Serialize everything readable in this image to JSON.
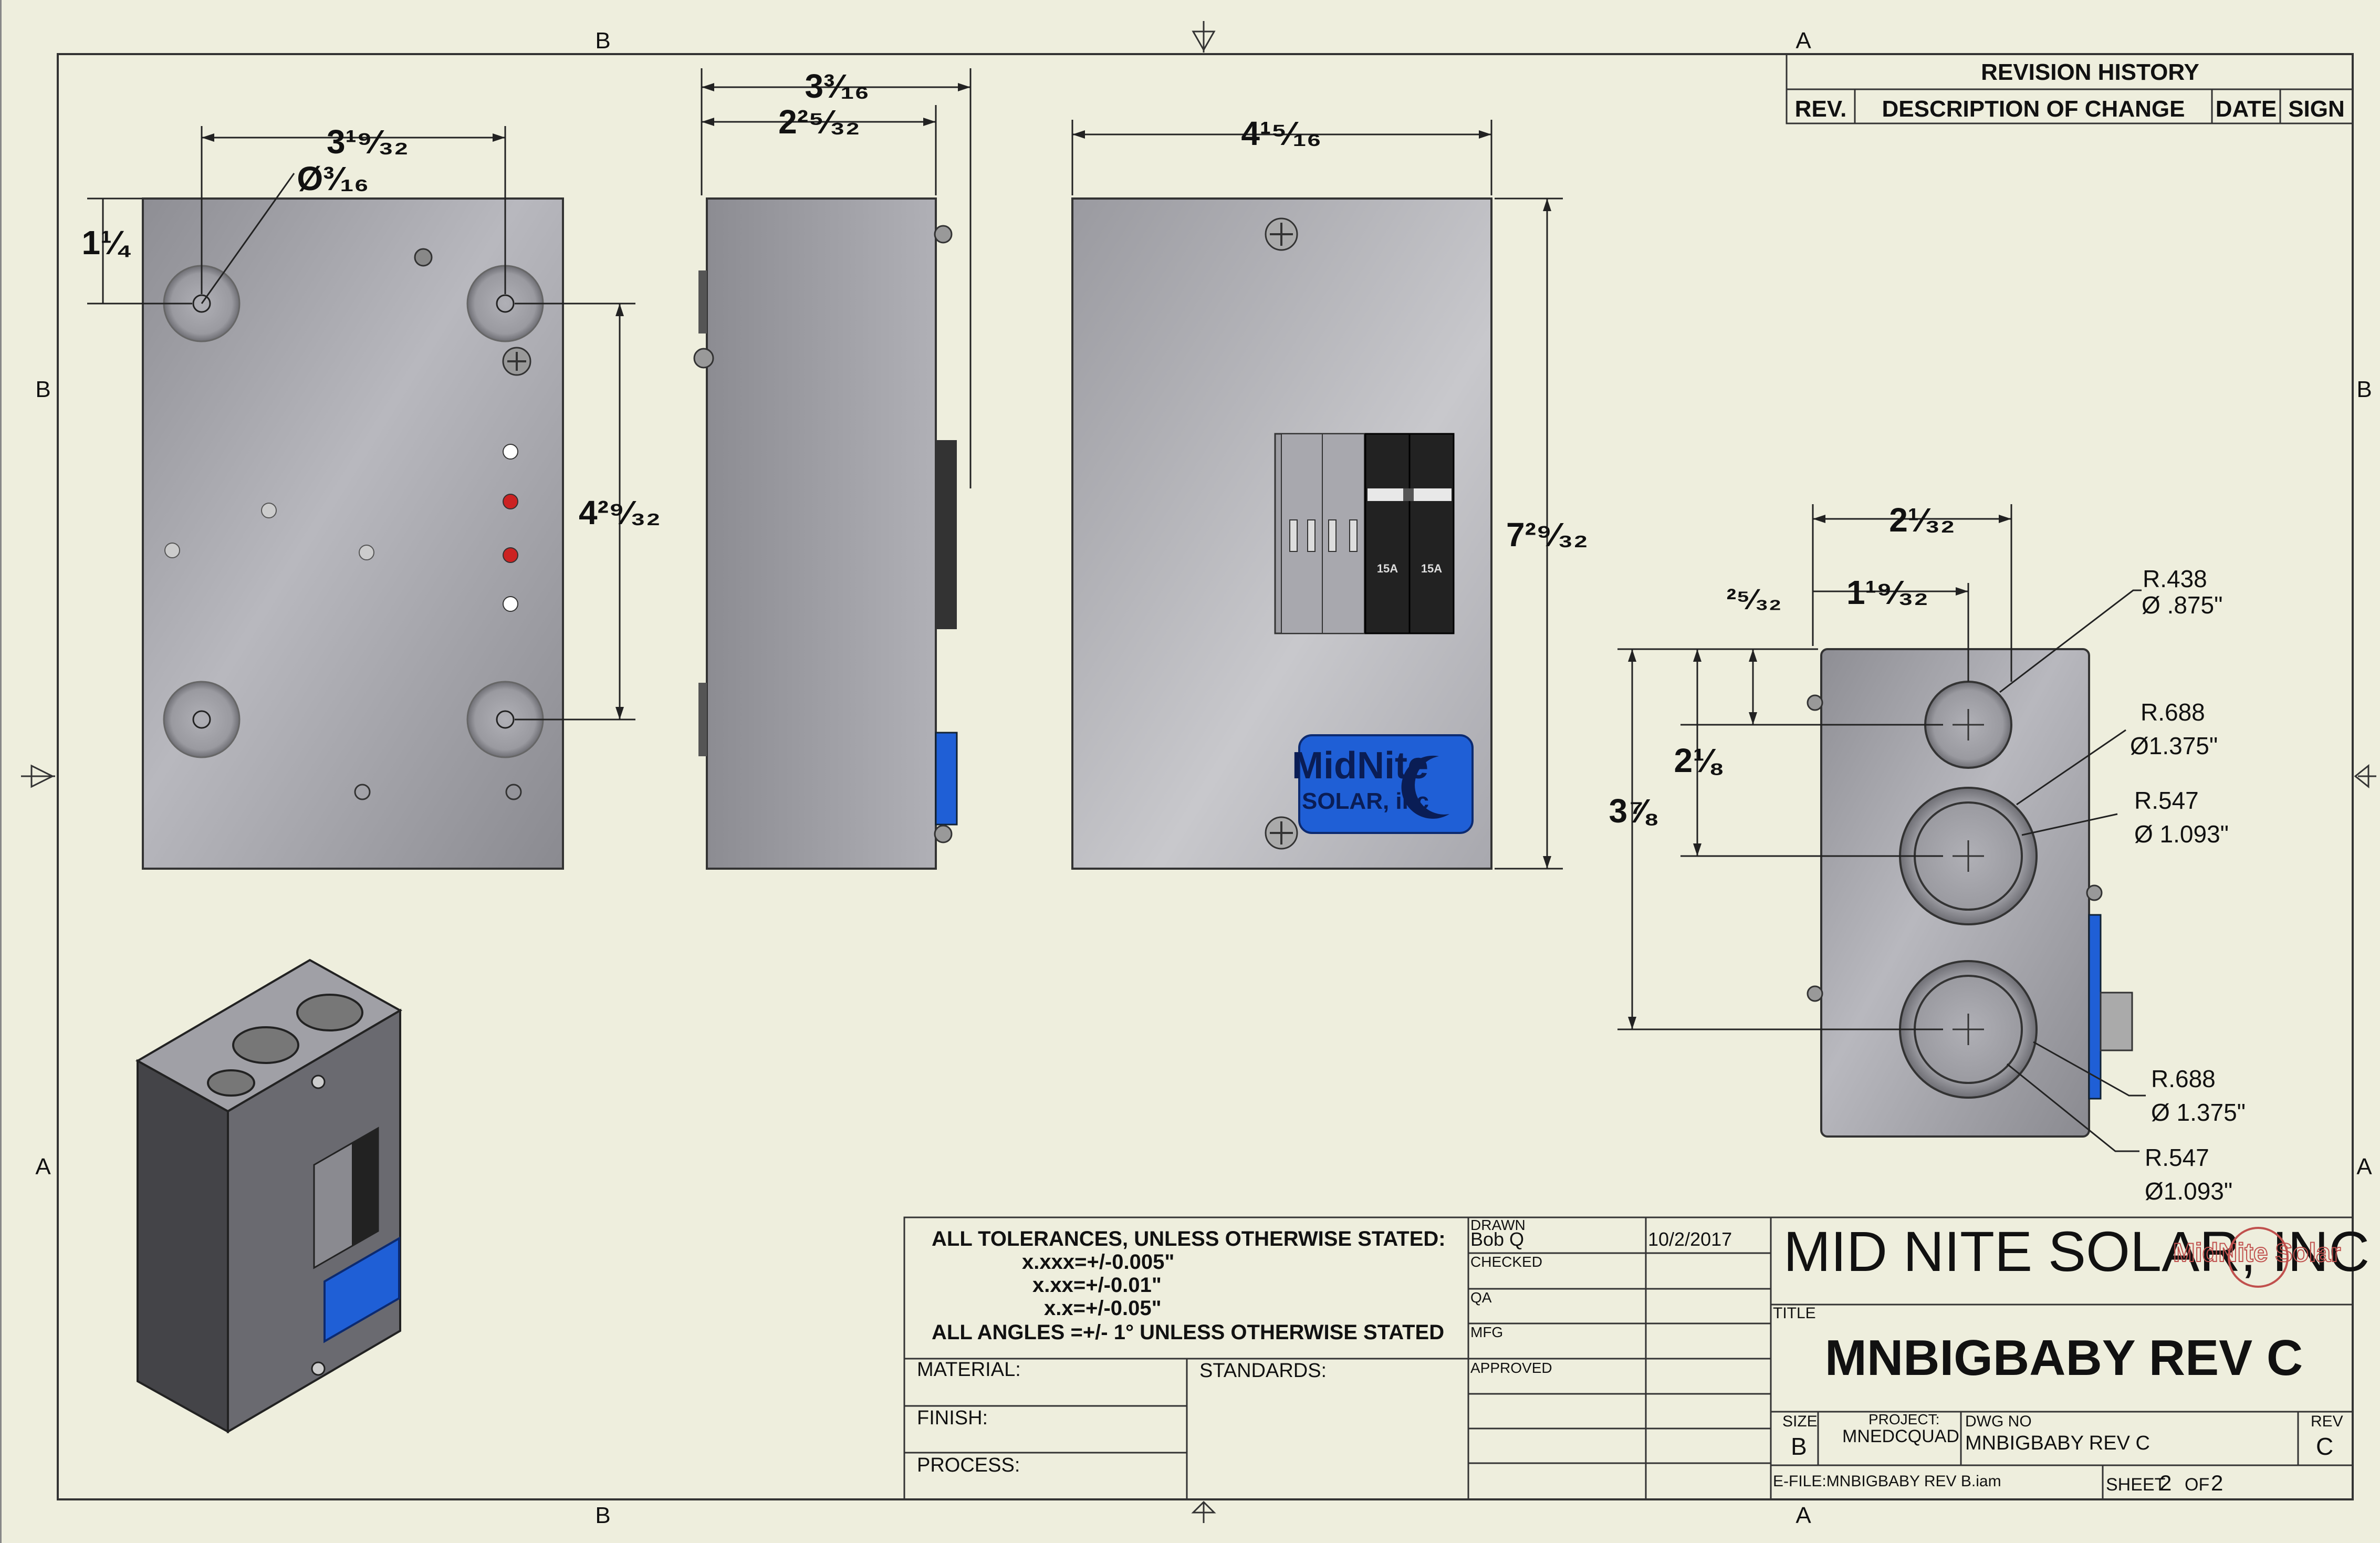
{
  "zone_labels": {
    "top": [
      "B",
      "A"
    ],
    "bottom": [
      "B",
      "A"
    ],
    "left": [
      "B",
      "A"
    ],
    "right": [
      "B",
      "A"
    ]
  },
  "revision_history": {
    "title": "REVISION HISTORY",
    "columns": [
      "REV.",
      "DESCRIPTION OF CHANGE",
      "DATE",
      "SIGN"
    ]
  },
  "dimensions": {
    "top_view": {
      "width": "3¹⁹⁄₃₂",
      "hole_dia": "Ø³⁄₁₆",
      "top_offset": "1¼",
      "hole_spacing": "4²⁹⁄₃₂"
    },
    "side_view": {
      "depth_total": "3³⁄₁₆",
      "depth_inner": "2²⁵⁄₃₂"
    },
    "front_view": {
      "width": "4¹⁵⁄₁₆",
      "height": "7²⁹⁄₃₂"
    },
    "end_view": {
      "hole_x1": "2¹⁄₃₂",
      "hole_x2": "1¹⁹⁄₃₂",
      "hole_y0": "²⁵⁄₃₂",
      "hole_y1": "2⅛",
      "hole_y2": "3⅞",
      "callouts": [
        {
          "r": "R.438",
          "d": "Ø .875\""
        },
        {
          "r": "R.688",
          "d": "Ø1.375\""
        },
        {
          "r": "R.547",
          "d": "Ø 1.093\""
        },
        {
          "r": "R.688",
          "d": "Ø 1.375\""
        },
        {
          "r": "R.547",
          "d": "Ø1.093\""
        }
      ]
    }
  },
  "breaker_labels": [
    "15A",
    "15A"
  ],
  "logo_small": {
    "line1": "MidNite",
    "line2": "SOLAR, inc"
  },
  "tolerances": {
    "header": "ALL TOLERANCES, UNLESS OTHERWISE STATED:",
    "lines": [
      "x.xxx=+/-0.005\"",
      "x.xx=+/-0.01\"",
      "x.x=+/-0.05\""
    ],
    "angles": "ALL ANGLES =+/- 1° UNLESS OTHERWISE STATED"
  },
  "material_block": {
    "material": "MATERIAL:",
    "finish": "FINISH:",
    "process": "PROCESS:",
    "standards": "STANDARDS:"
  },
  "signoff": {
    "drawn_label": "DRAWN",
    "drawn_by": "Bob Q",
    "drawn_date": "10/2/2017",
    "checked_label": "CHECKED",
    "qa_label": "QA",
    "mfg_label": "MFG",
    "approved_label": "APPROVED"
  },
  "title_block": {
    "company": "MID NITE SOLAR, INC",
    "logo_mini": "MidNite Solar",
    "title_label": "TITLE",
    "title": "MNBIGBABY REV C",
    "size_label": "SIZE",
    "size": "B",
    "project_label": "PROJECT:",
    "project": "MNEDCQUAD",
    "dwg_no_label": "DWG NO",
    "dwg_no": "MNBIGBABY REV C",
    "rev_label": "REV",
    "rev": "C",
    "efile": "E-FILE:MNBIGBABY REV B.iam",
    "sheet_label": "SHEET",
    "sheet": "2",
    "of_label": "OF",
    "of": "2"
  },
  "colors": {
    "paper": "#eeeedd",
    "steel": "#a4a4aa",
    "logo_blue": "#1f5fd6",
    "company_red": "#c0504d"
  }
}
